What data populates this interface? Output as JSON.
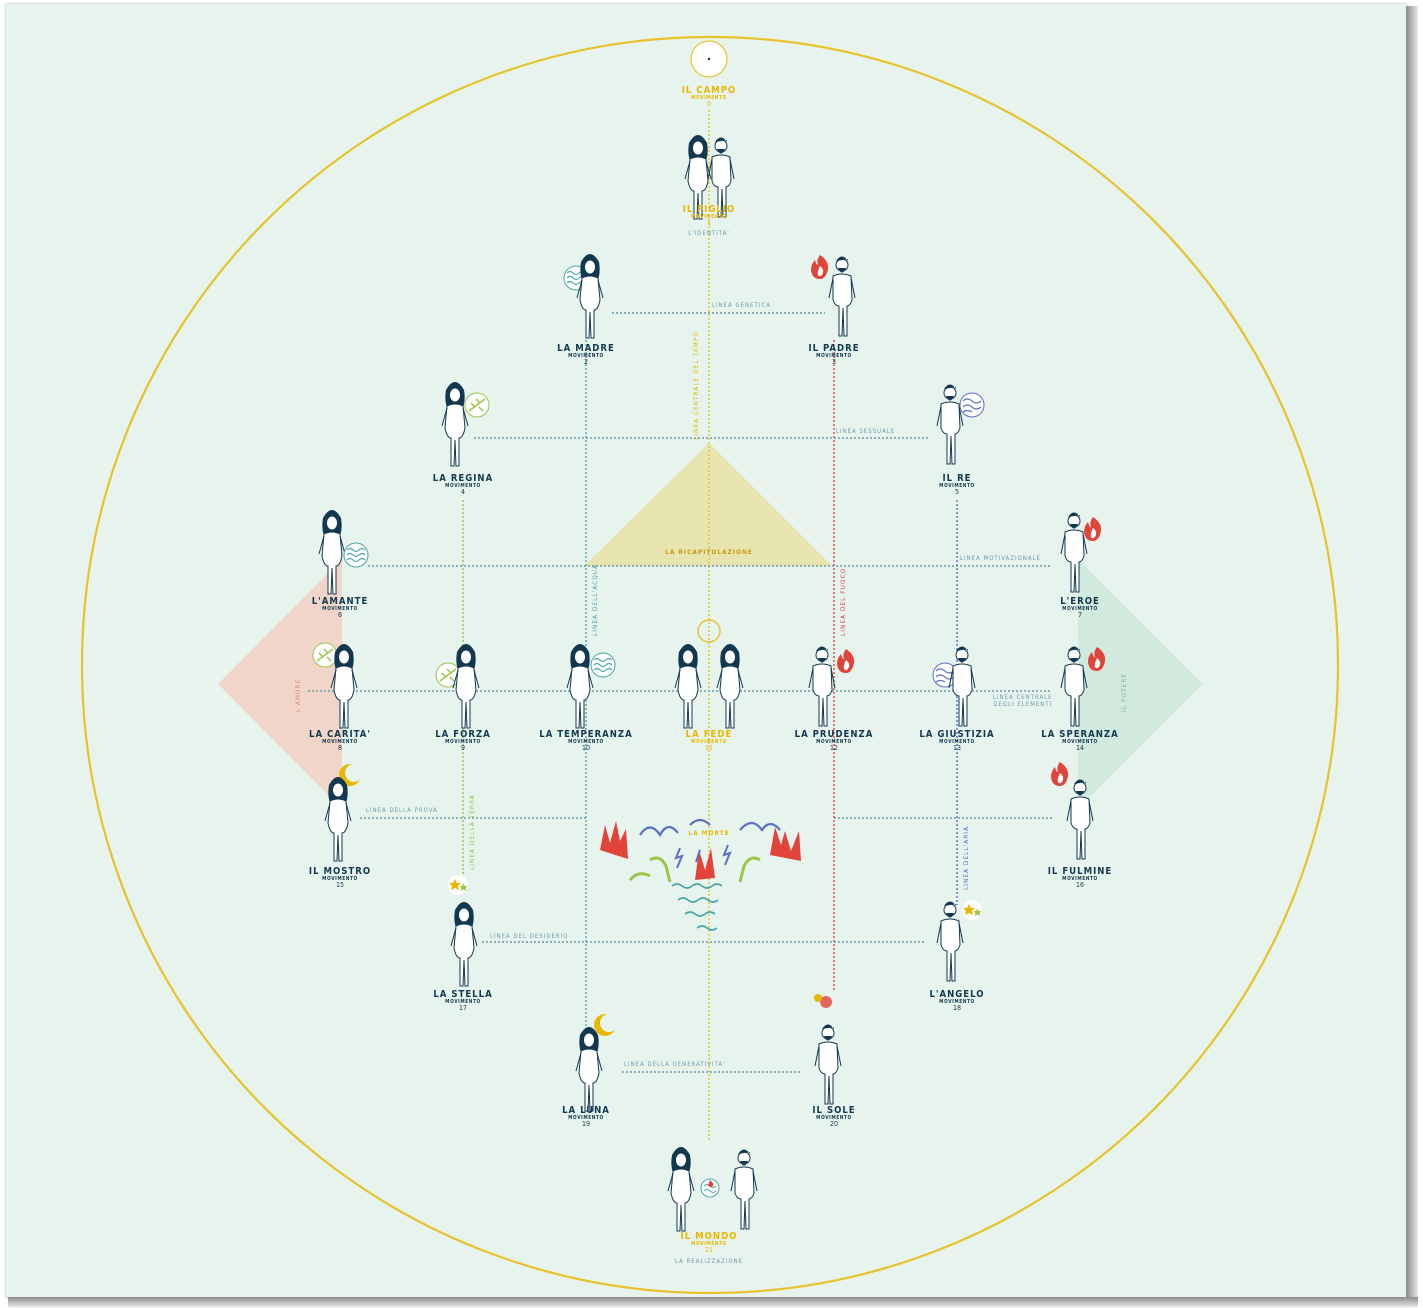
{
  "colors": {
    "background": "#e7f4ee",
    "circle": "#e8c22a",
    "gold": "#e8b800",
    "navy": "#123850",
    "teal": "#4aa7a7",
    "red": "#e0443a",
    "green": "#9bc54a",
    "blue": "#5c6fc6",
    "triangle": "#e8e4b0",
    "love_diamond": "#f2d2c4",
    "power_diamond": "#cfe8dc"
  },
  "figures": [
    {
      "name": "IL CAMPO",
      "sub": "MOVIMENTO",
      "num": "0",
      "gold": true
    },
    {
      "name": "IL FIGLIO",
      "sub": "MOVIMENTO",
      "num": "1",
      "gold": true
    },
    {
      "name": "LA MADRE",
      "sub": "MOVIMENTO",
      "num": "2"
    },
    {
      "name": "IL PADRE",
      "sub": "MOVIMENTO",
      "num": "3"
    },
    {
      "name": "LA REGINA",
      "sub": "MOVIMENTO",
      "num": "4"
    },
    {
      "name": "IL RE",
      "sub": "MOVIMENTO",
      "num": "5"
    },
    {
      "name": "L'AMANTE",
      "sub": "MOVIMENTO",
      "num": "6"
    },
    {
      "name": "L'EROE",
      "sub": "MOVIMENTO",
      "num": "7"
    },
    {
      "name": "LA CARITA'",
      "sub": "MOVIMENTO",
      "num": "8"
    },
    {
      "name": "LA FORZA",
      "sub": "MOVIMENTO",
      "num": "9"
    },
    {
      "name": "LA TEMPERANZA",
      "sub": "MOVIMENTO",
      "num": "10"
    },
    {
      "name": "LA FEDE",
      "sub": "MOVIMENTO",
      "num": "11",
      "gold": true
    },
    {
      "name": "LA PRUDENZA",
      "sub": "MOVIMENTO",
      "num": "12"
    },
    {
      "name": "LA GIUSTIZIA",
      "sub": "MOVIMENTO",
      "num": "13"
    },
    {
      "name": "LA SPERANZA",
      "sub": "MOVIMENTO",
      "num": "14"
    },
    {
      "name": "IL MOSTRO",
      "sub": "MOVIMENTO",
      "num": "15"
    },
    {
      "name": "IL FULMINE",
      "sub": "MOVIMENTO",
      "num": "16"
    },
    {
      "name": "LA STELLA",
      "sub": "MOVIMENTO",
      "num": "17"
    },
    {
      "name": "L'ANGELO",
      "sub": "MOVIMENTO",
      "num": "18"
    },
    {
      "name": "LA LUNA",
      "sub": "MOVIMENTO",
      "num": "19"
    },
    {
      "name": "IL SOLE",
      "sub": "MOVIMENTO",
      "num": "20"
    },
    {
      "name": "IL MONDO",
      "sub": "MOVIMENTO",
      "num": "21",
      "gold": true
    }
  ],
  "labels": {
    "identita": "L'IDENTITA'",
    "realizzazione": "LA REALIZZAZIONE",
    "ricapitolazione": "LA RICAPITOLAZIONE",
    "morte": "LA MORTE",
    "amore": "L'AMORE",
    "potere": "IL POTERE"
  },
  "lines": {
    "genetica": "LINEA GENETICA",
    "sessuale": "LINEA SESSUALE",
    "motivazionale": "LINEA MOTIVAZIONALE",
    "centrale_tempo": "LINEA CENTRALE DEL TEMPO",
    "acqua": "LINEA DELL'ACQUA",
    "fuoco": "LINEA DEL FUOCO",
    "centrale_elementi_1": "LINEA CENTRALE",
    "centrale_elementi_2": "DEGLI ELEMENTI",
    "prova": "LINEA DELLA PROVA",
    "terra": "LINEA DELLA TERRA",
    "aria": "LINEA DELL'ARIA",
    "desiderio": "LINEA DEL DESIDERIO",
    "generativita": "LINEA DELLA GENERATIVITA'"
  }
}
